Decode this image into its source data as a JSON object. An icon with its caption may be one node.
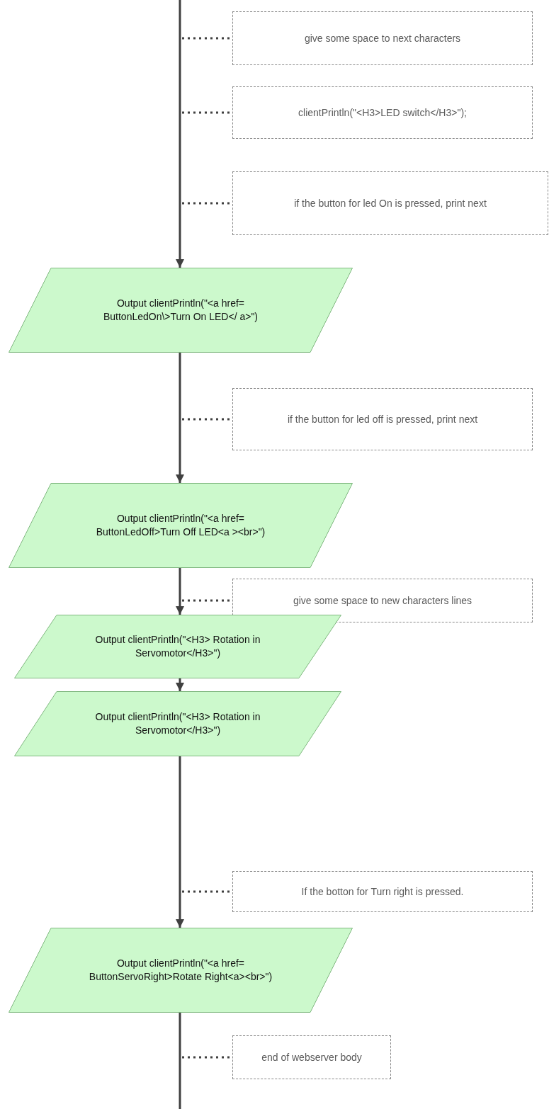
{
  "diagram": {
    "nodes": [
      {
        "text": [
          "give some space to next characters"
        ]
      },
      {
        "text": [
          "clientPrintln(\"<H3>LED switch</H3>\");"
        ]
      },
      {
        "text": [
          "if the button for led On is pressed, print next"
        ]
      },
      {
        "text": [
          "Output clientPrintln(\"<a href= ButtonLedOn\\>Turn On LED</ a>\")"
        ]
      },
      {
        "text": [
          "if the button for led off is pressed, print next"
        ]
      },
      {
        "text": [
          "Output clientPrintln(\"<a href= ButtonLedOff>Turn Off LED<a ><br>\")"
        ]
      },
      {
        "text": [
          "give some space to new characters lines"
        ]
      },
      {
        "text": [
          "Output clientPrintln(\"<H3> Rotation in Servomotor</H3>\")"
        ]
      },
      {
        "text": [
          "Output clientPrintln(\"<H3> Rotation in Servomotor</H3>\")"
        ]
      },
      {
        "text": [
          "If the botton for Turn right is pressed."
        ]
      },
      {
        "text": [
          "Output clientPrintln(\"<a href= ButtonServoRight>Rotate Right<a><br>\")"
        ]
      },
      {
        "text": [
          "end of webserver body"
        ]
      }
    ],
    "edges": [
      {
        "from": null,
        "to": 3,
        "arrow": "to"
      },
      {
        "from": 3,
        "to": 5,
        "arrow": "to"
      },
      {
        "from": 5,
        "to": 7,
        "arrow": "to"
      },
      {
        "from": 7,
        "to": 8,
        "arrow": "to"
      },
      {
        "from": 8,
        "to": 10,
        "arrow": "to"
      },
      {
        "from": 10,
        "to": null,
        "arrow": "none"
      },
      {
        "from": null,
        "to": 0,
        "arrow": "none",
        "style": "dashed"
      },
      {
        "from": null,
        "to": 1,
        "arrow": "none",
        "style": "dashed"
      },
      {
        "from": null,
        "to": 2,
        "arrow": "none",
        "style": "dashed"
      },
      {
        "from": null,
        "to": 4,
        "arrow": "none",
        "style": "dashed"
      },
      {
        "from": null,
        "to": 6,
        "arrow": "none",
        "style": "dashed"
      },
      {
        "from": null,
        "to": 9,
        "arrow": "none",
        "style": "dashed"
      },
      {
        "from": null,
        "to": 11,
        "arrow": "none",
        "style": "dashed"
      }
    ]
  }
}
